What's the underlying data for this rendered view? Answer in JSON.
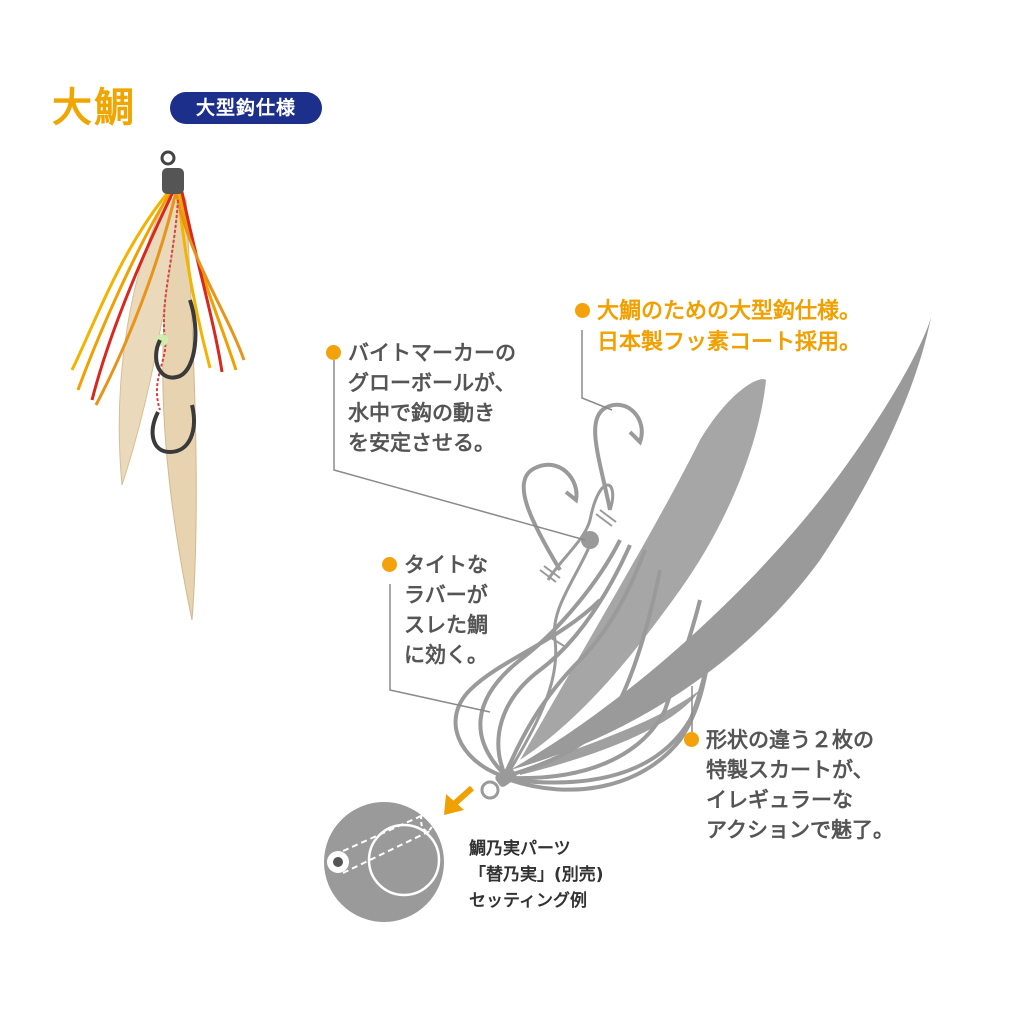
{
  "header": {
    "title": "大鯛",
    "badge": "大型鈎仕様"
  },
  "callouts": {
    "hook": {
      "lines": [
        "大鯛のための大型鈎仕様。",
        "日本製フッ素コート採用。"
      ]
    },
    "bite_marker": {
      "lines": [
        "バイトマーカーの",
        "グローボールが、",
        "水中で鈎の動き",
        "を安定させる。"
      ]
    },
    "rubber": {
      "lines": [
        "タイトな",
        "ラバーが",
        "スレた鯛",
        "に効く。"
      ]
    },
    "skirt": {
      "lines": [
        "形状の違う２枚の",
        "特製スカートが、",
        "イレギュラーな",
        "アクションで魅了。"
      ]
    }
  },
  "note": {
    "lines": [
      "鯛乃実パーツ",
      "「替乃実」(別売)",
      "セッティング例"
    ]
  },
  "colors": {
    "accent_orange": "#f0a500",
    "badge_navy": "#1c2f8a",
    "silhouette_gray": "#9a9a9a",
    "body_text": "#555555"
  },
  "icons": [
    "swivel-icon",
    "hook-icon",
    "skirt-icon",
    "sinker-head-icon",
    "arrow-icon"
  ]
}
